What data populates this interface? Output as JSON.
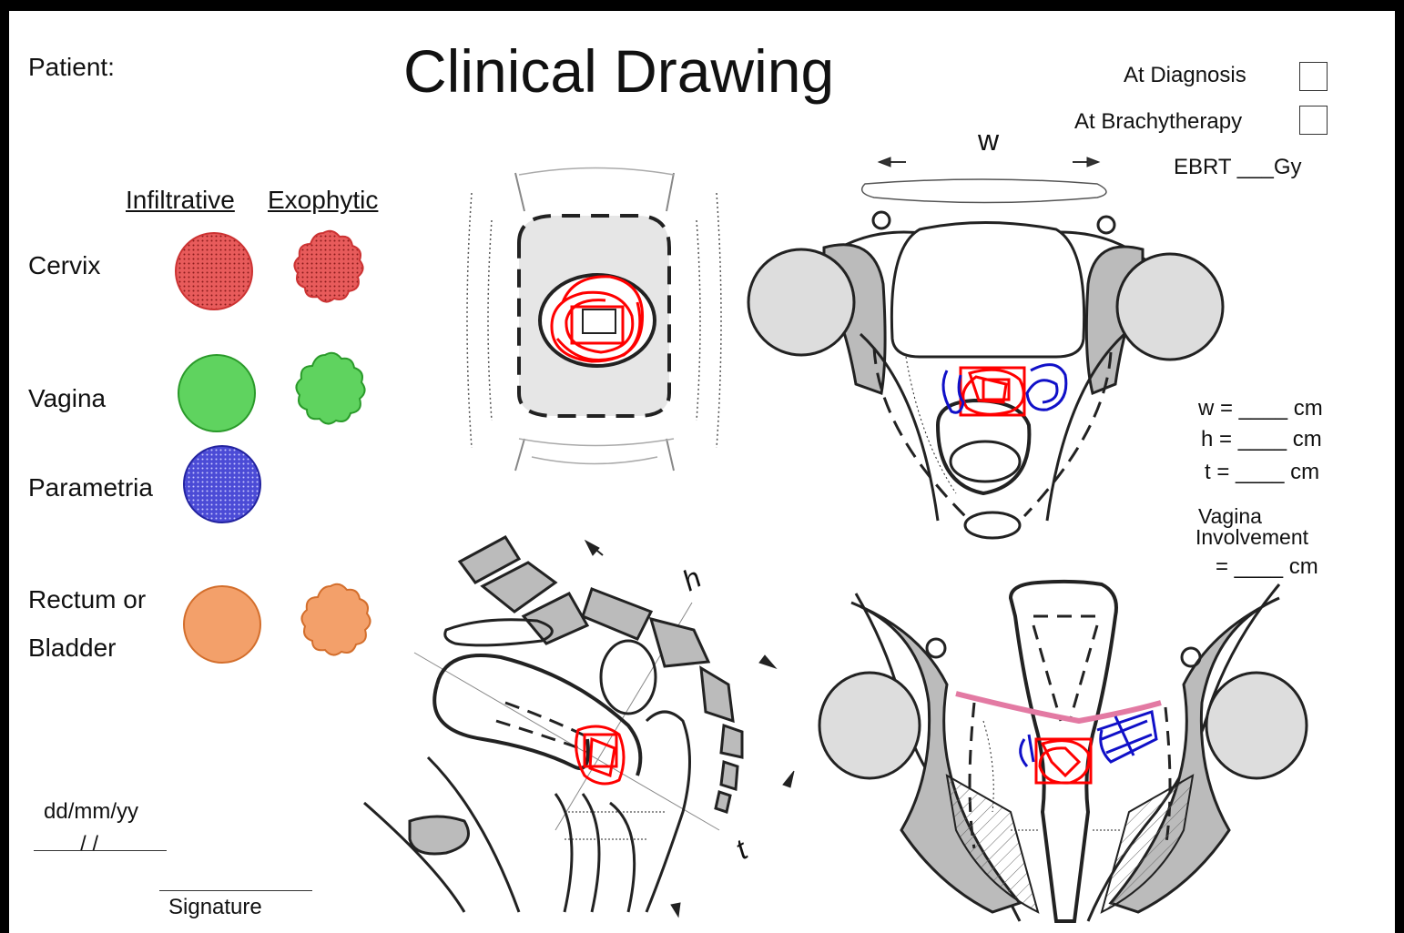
{
  "header": {
    "patient_label": "Patient:",
    "title": "Clinical Drawing"
  },
  "timing": {
    "at_diagnosis": "At Diagnosis",
    "at_brachytherapy": "At Brachytherapy",
    "ebrt": "EBRT ___Gy"
  },
  "legend": {
    "col_infiltrative": "Infiltrative",
    "col_exophytic": "Exophytic",
    "rows": [
      {
        "label": "Cervix",
        "color": "#e85b5b"
      },
      {
        "label": "Vagina",
        "color": "#5fd35f"
      },
      {
        "label": "Parametria",
        "color": "#4b4bd6"
      },
      {
        "label": "Rectum or",
        "color": "#f3a06a"
      },
      {
        "label": "Bladder"
      }
    ]
  },
  "dimension_labels": {
    "w_arrow": "w",
    "h_arrow": "h",
    "t_arrow": "t"
  },
  "measurements": {
    "w": "w = ____ cm",
    "h": "h = ____ cm",
    "t": "t  = ____ cm",
    "vagina_1": "Vagina",
    "vagina_2": "Involvement",
    "vagina_3": "= ____ cm"
  },
  "footer": {
    "date_format": "dd/mm/yy",
    "date_slashes": "/        /",
    "signature": "Signature"
  },
  "colors": {
    "tumor_cervix": "#ff0000",
    "tumor_parametria": "#1010c8",
    "pink_line": "#e37aa3",
    "organ_gray": "#d6d6d6",
    "muscle_gray": "#a0a0a0"
  }
}
